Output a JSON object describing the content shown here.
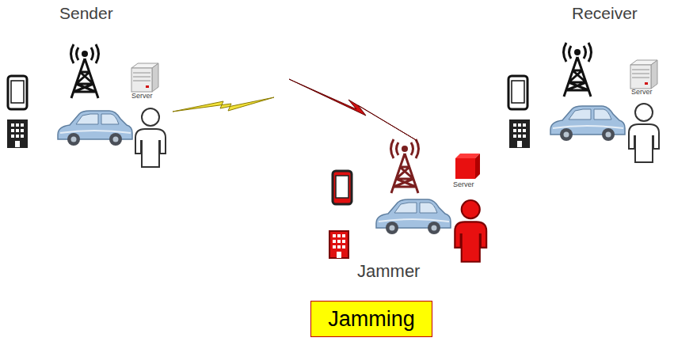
{
  "diagram": {
    "nodes": [
      {
        "text": [
          "Jamming"
        ]
      }
    ],
    "labels": [
      "Sender",
      "Receiver",
      "Server",
      "Server",
      "Server",
      "Jammer"
    ]
  }
}
